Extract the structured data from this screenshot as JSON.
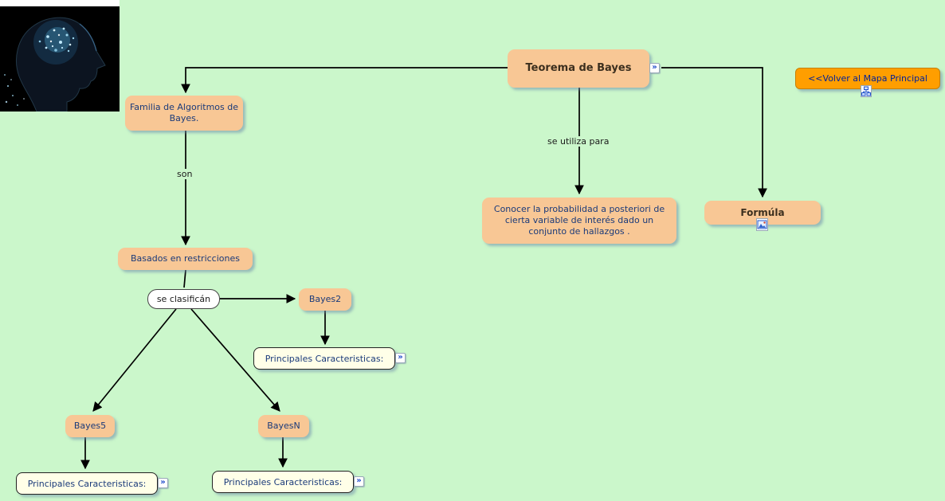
{
  "app": {
    "type": "concept-map",
    "background": "#cbf7cb"
  },
  "colors": {
    "background": "#cbf7cb",
    "node_fill": "#f8c795",
    "annotation_fill": "#ffffe8",
    "button_fill": "#ff9e00",
    "node_text": "#1a3a7a",
    "title_text": "#3c2f1e"
  },
  "icons": {
    "expand_glyph": "»",
    "sitemap": "sitemap-icon",
    "image": "image-icon",
    "brain_image": "brain-head-photo"
  },
  "nodes": {
    "teorema": "Teorema de Bayes",
    "familia": "Familia de Algoritmos de Bayes.",
    "basados": "Basados en restricciones",
    "bayes2": "Bayes2",
    "bayes5": "Bayes5",
    "bayesn": "BayesN",
    "conocer": "Conocer la probabilidad a posteriori de cierta variable de interés dado un conjunto de hallazgos .",
    "formula": "Formúla",
    "pc_bayes2": "Principales Caracteristicas:",
    "pc_bayes5": "Principales Caracteristicas:",
    "pc_bayesn": "Principales Caracteristicas:"
  },
  "linking_phrases": {
    "son": "son",
    "se_clasifican": "se clasificán",
    "se_utiliza_para": "se utiliza para"
  },
  "buttons": {
    "volver": "<<Volver al Mapa Principal"
  }
}
